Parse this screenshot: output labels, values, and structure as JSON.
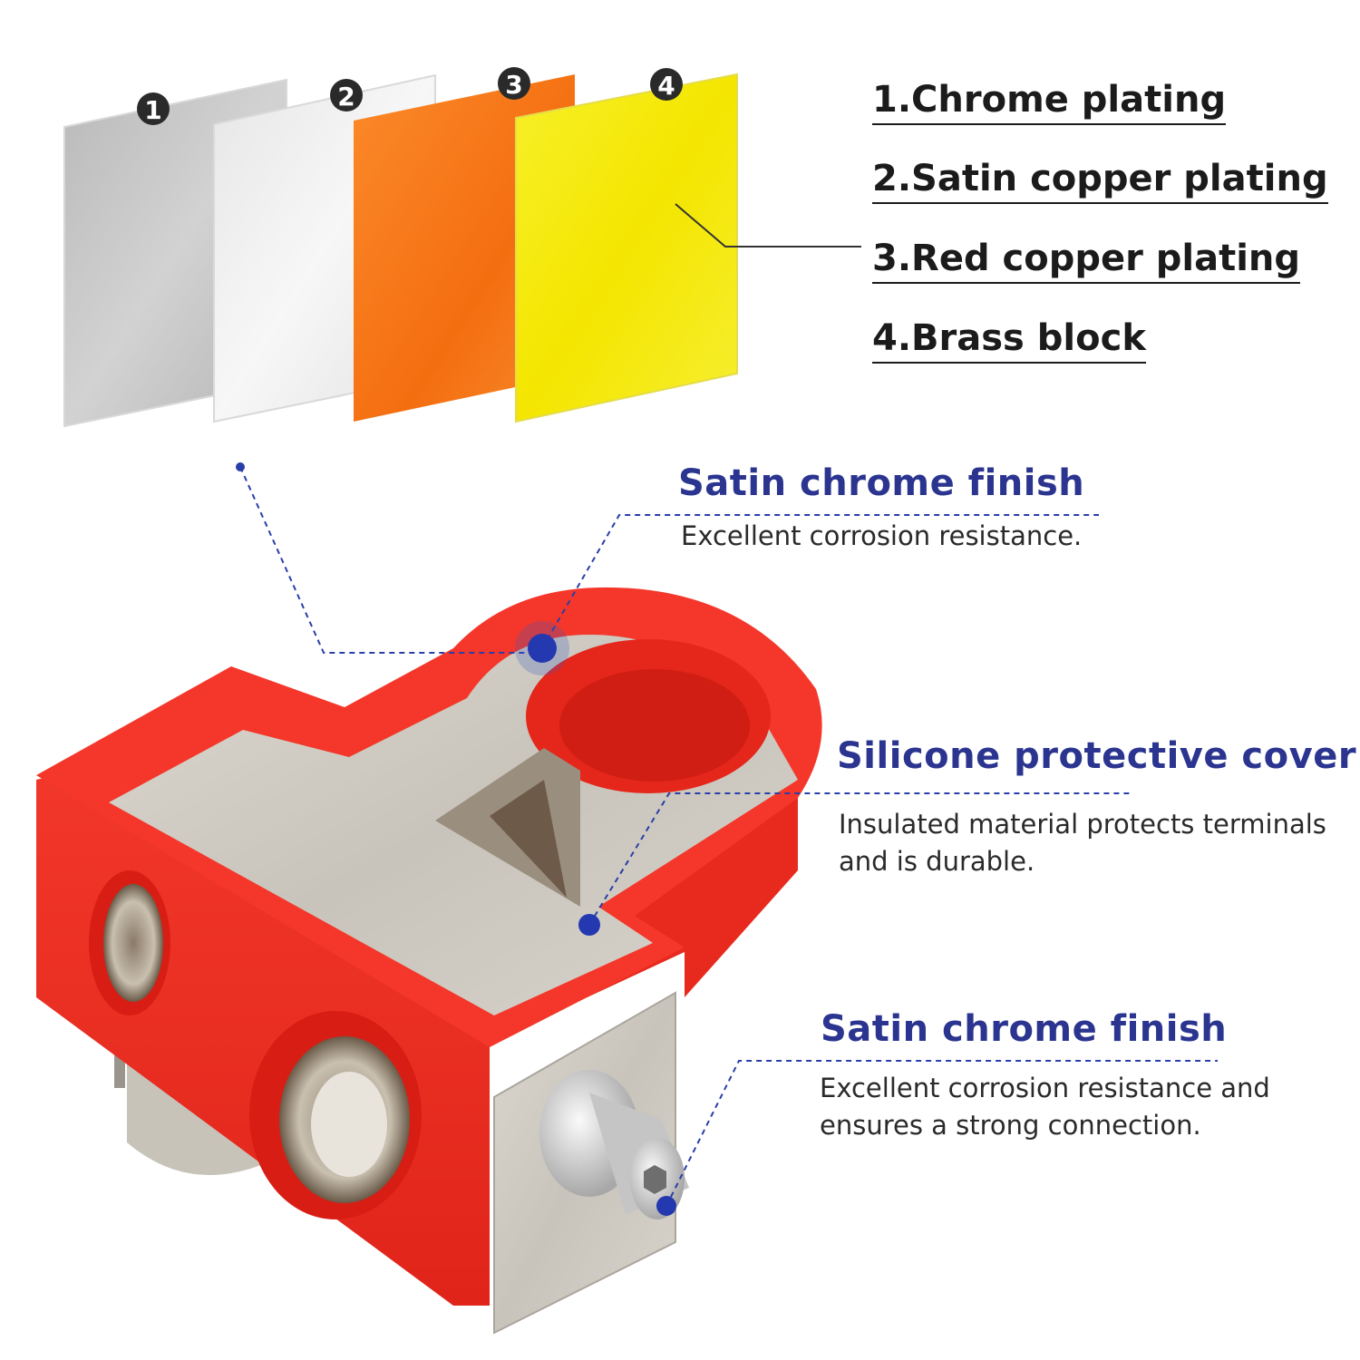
{
  "colors": {
    "layer_chrome": "#c4c4c4",
    "layer_satin": "#ededed",
    "layer_red_copper": "#f77818",
    "layer_brass": "#f5ea10",
    "silicone_red": "#ef2c20",
    "metal": "#cdc9c0",
    "heading_blue": "#2b3590",
    "callout_blue": "#2a3ea8"
  },
  "layers": [
    {
      "number": "1",
      "label": "1.Chrome plating"
    },
    {
      "number": "2",
      "label": "2.Satin copper plating"
    },
    {
      "number": "3",
      "label": "3.Red copper plating"
    },
    {
      "number": "4",
      "label": "4.Brass block"
    }
  ],
  "features": [
    {
      "title": "Satin chrome finish",
      "lines": [
        "Excellent corrosion resistance."
      ]
    },
    {
      "title": "Silicone protective cover",
      "lines": [
        "Insulated material protects terminals",
        "and is durable."
      ]
    },
    {
      "title": "Satin chrome finish",
      "lines": [
        "Excellent corrosion resistance and",
        "ensures a strong connection."
      ]
    }
  ]
}
